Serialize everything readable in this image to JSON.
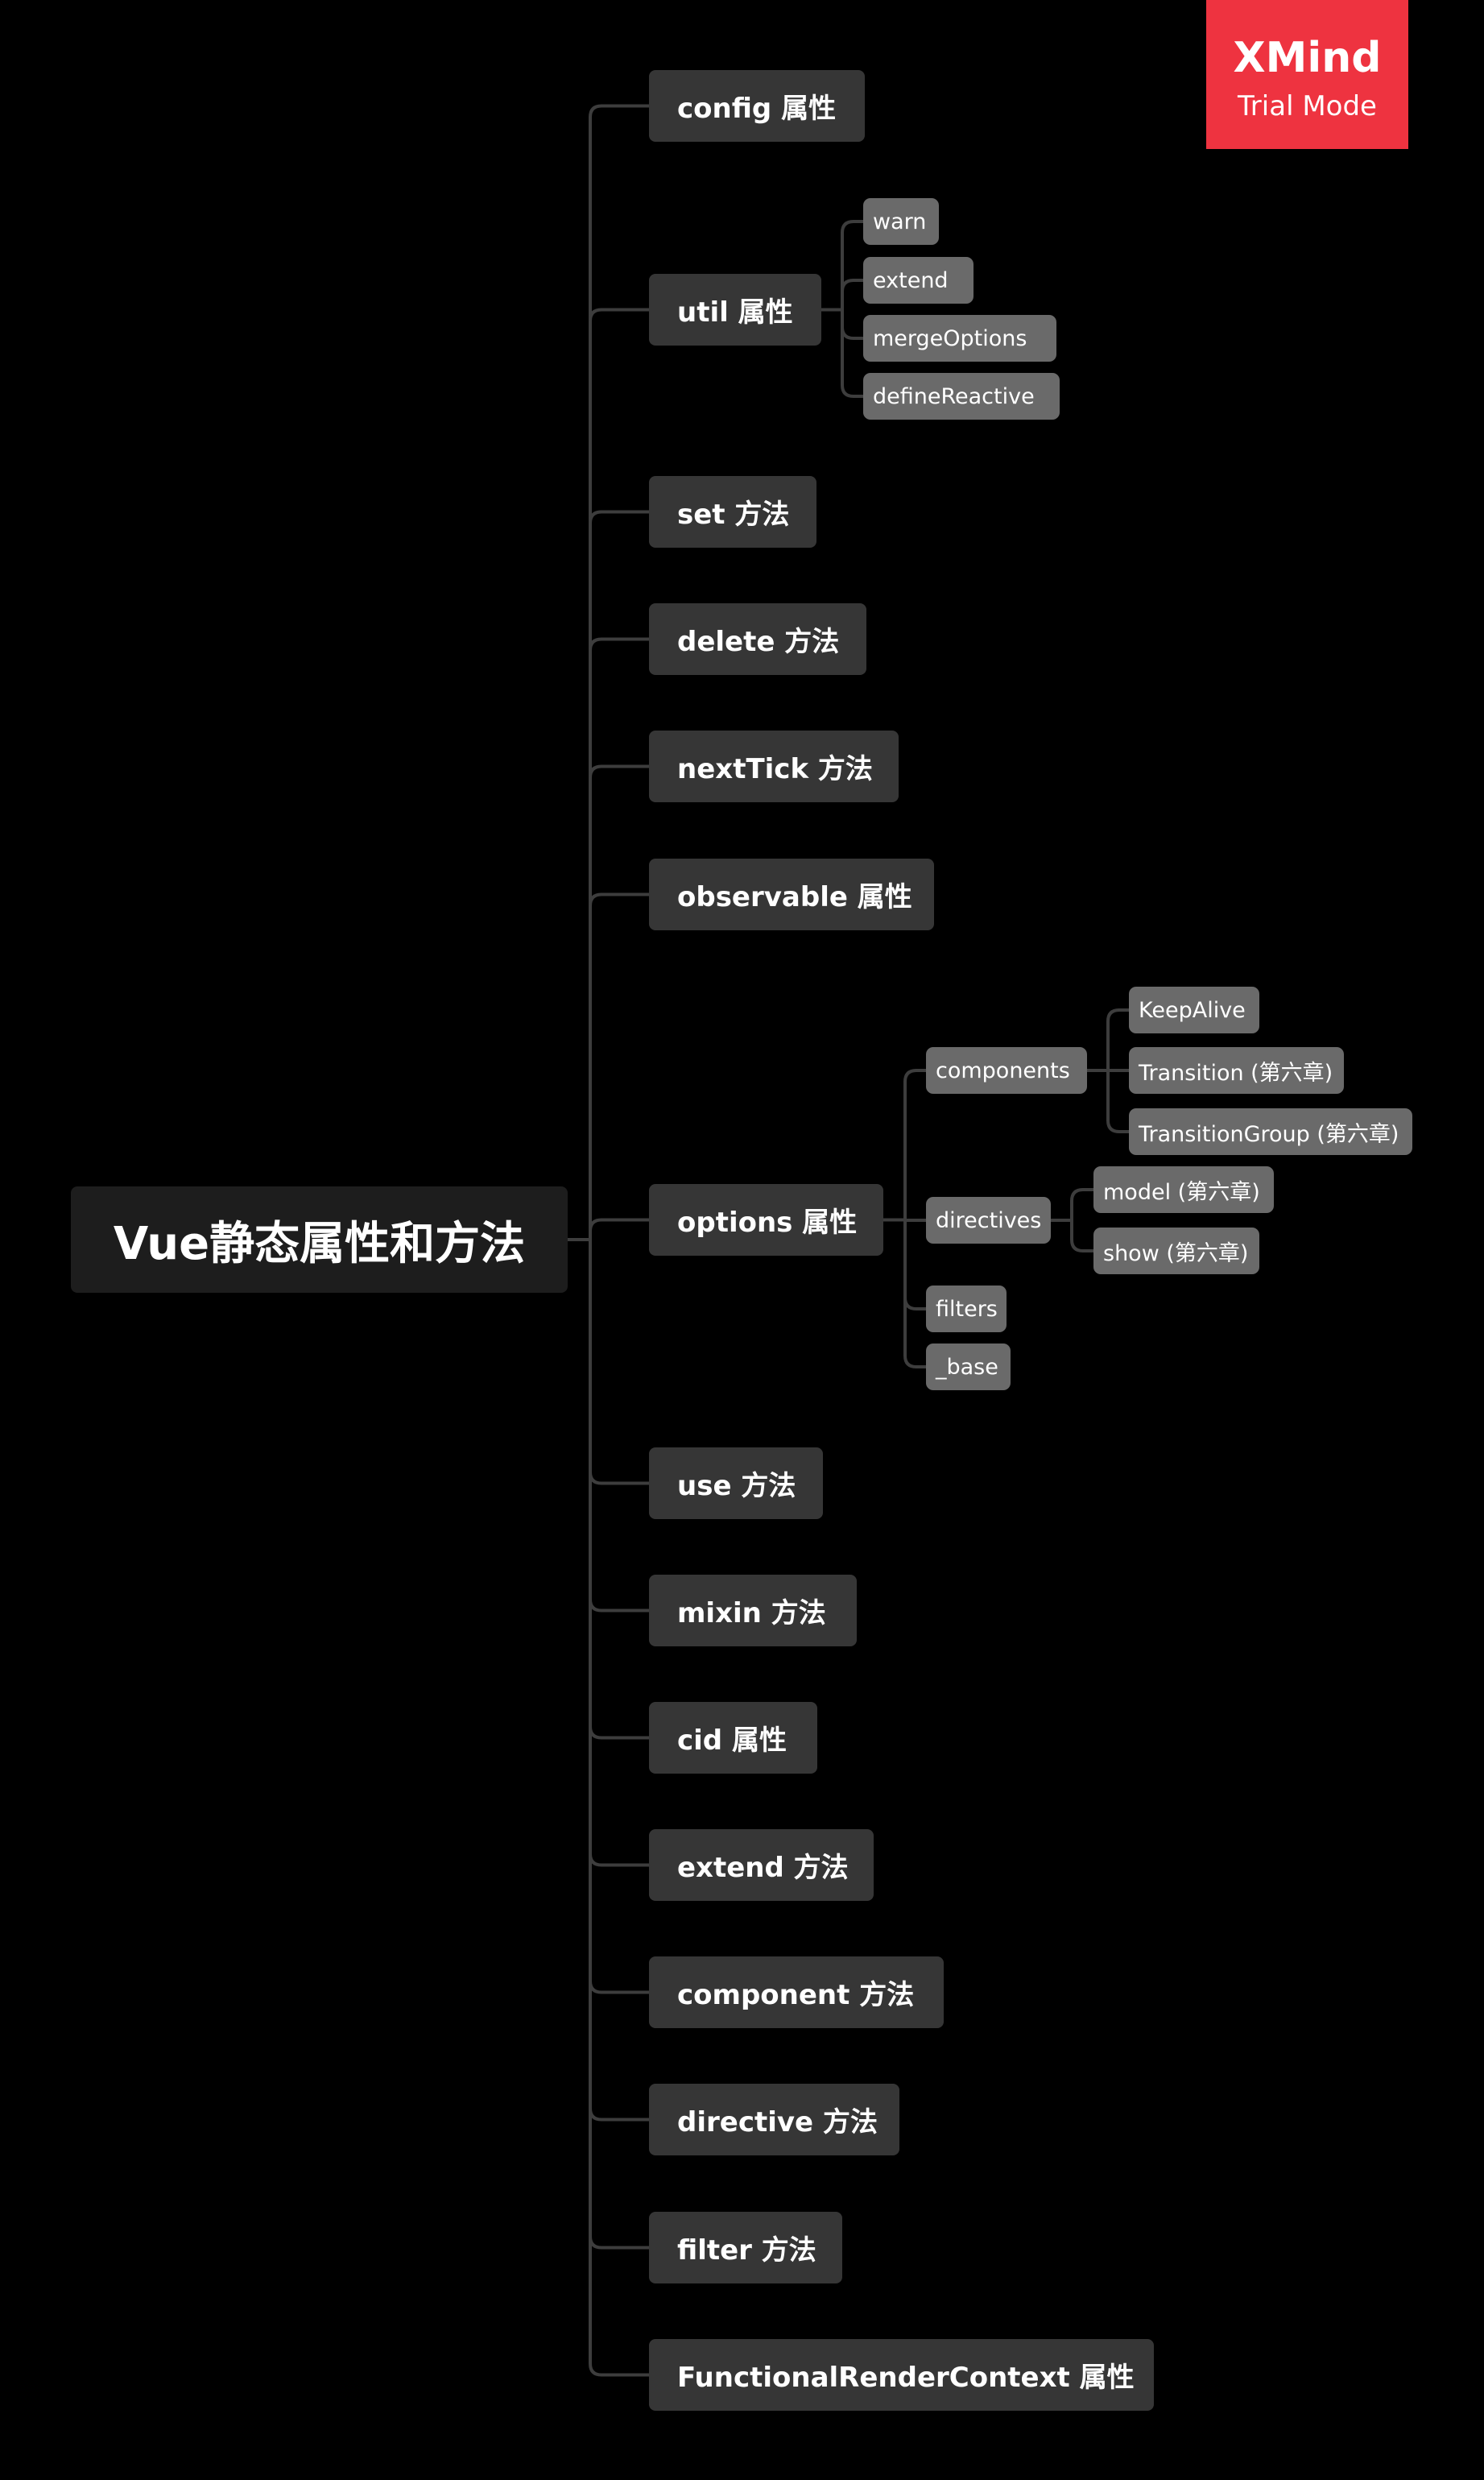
{
  "root": "Vue静态属性和方法",
  "branches": [
    {
      "label": "config 属性",
      "children": []
    },
    {
      "label": "util 属性",
      "children": [
        {
          "label": "warn",
          "children": []
        },
        {
          "label": "extend",
          "children": []
        },
        {
          "label": "mergeOptions",
          "children": []
        },
        {
          "label": "defineReactive",
          "children": []
        }
      ]
    },
    {
      "label": "set 方法",
      "children": []
    },
    {
      "label": "delete 方法",
      "children": []
    },
    {
      "label": "nextTick 方法",
      "children": []
    },
    {
      "label": "observable 属性",
      "children": []
    },
    {
      "label": "options 属性",
      "children": [
        {
          "label": "components",
          "children": [
            {
              "label": "KeepAlive"
            },
            {
              "label": "Transition (第六章)"
            },
            {
              "label": "TransitionGroup (第六章)"
            }
          ]
        },
        {
          "label": "directives",
          "children": [
            {
              "label": "model (第六章)"
            },
            {
              "label": "show (第六章)"
            }
          ]
        },
        {
          "label": "filters",
          "children": []
        },
        {
          "label": "_base",
          "children": []
        }
      ]
    },
    {
      "label": "use 方法",
      "children": []
    },
    {
      "label": "mixin 方法",
      "children": []
    },
    {
      "label": "cid 属性",
      "children": []
    },
    {
      "label": "extend 方法",
      "children": []
    },
    {
      "label": "component 方法",
      "children": []
    },
    {
      "label": "directive 方法",
      "children": []
    },
    {
      "label": "filter 方法",
      "children": []
    },
    {
      "label": "FunctionalRenderContext 属性",
      "children": []
    }
  ],
  "badge": {
    "title": "XMind",
    "subtitle": "Trial Mode"
  },
  "colors": {
    "background": "#000000",
    "root_fill": "#1d1d1d",
    "branch_fill": "#363636",
    "sub_fill": "#6a6a6a",
    "connector": "#3d3d3d",
    "badge": "#ee3340",
    "text": "#ffffff"
  }
}
